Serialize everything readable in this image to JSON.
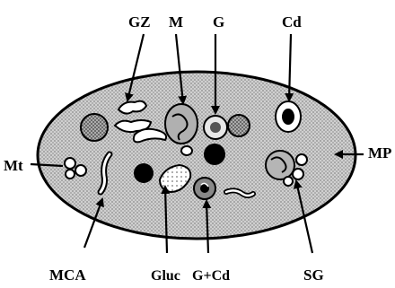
{
  "labels": {
    "gz": "GZ",
    "m": "M",
    "g": "G",
    "cd": "Cd",
    "mt": "Mt",
    "mp": "MP",
    "mca": "MCA",
    "gluc": "Gluc",
    "g_cd": "G+Cd",
    "sg": "SG"
  },
  "colors": {
    "cell_fill": "#c9c9c9",
    "outline": "#000000",
    "background": "#ffffff"
  }
}
